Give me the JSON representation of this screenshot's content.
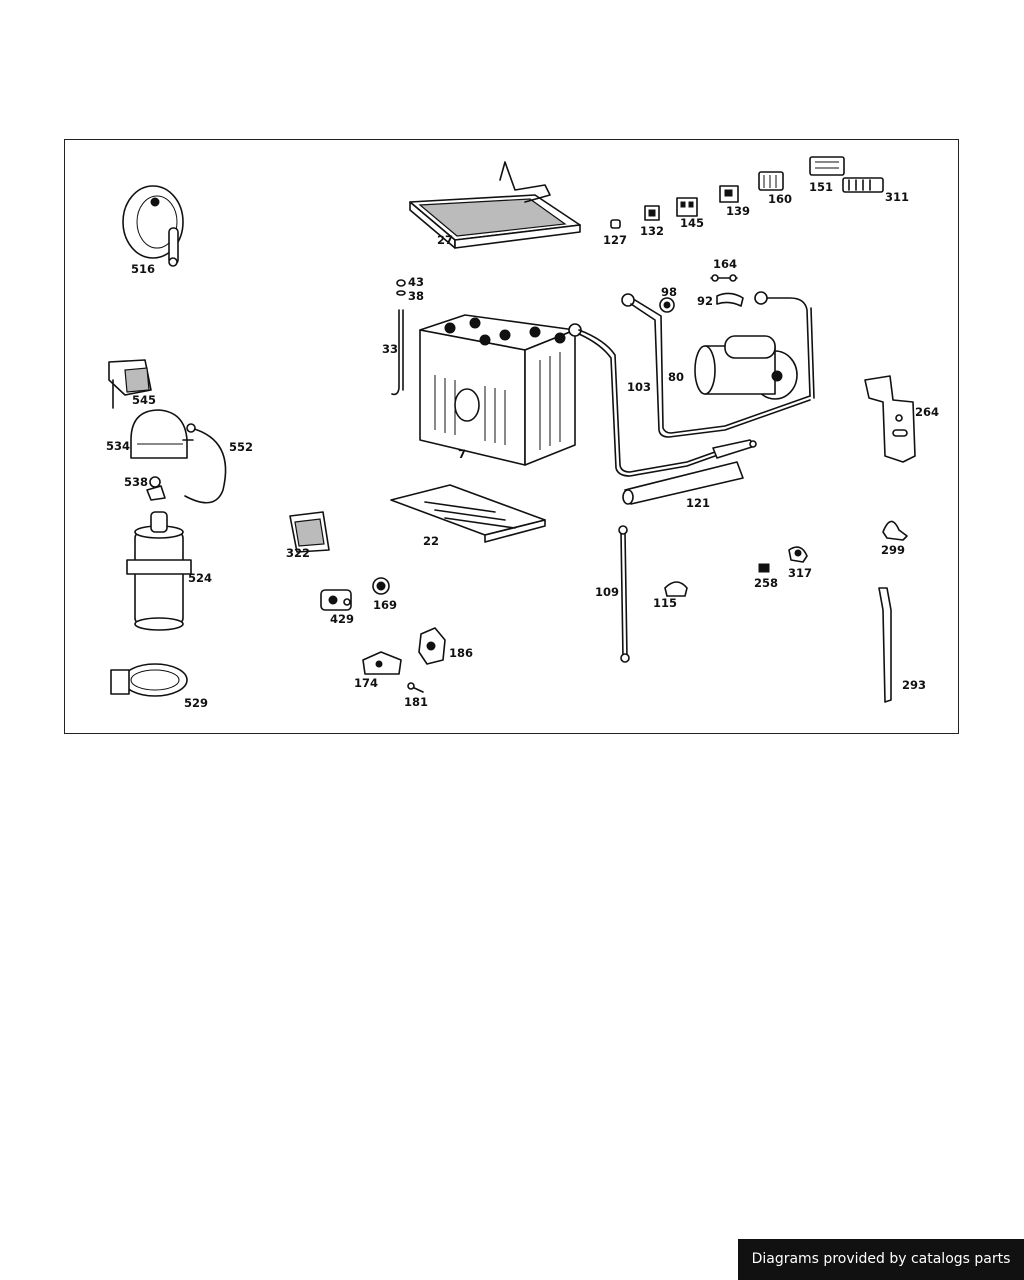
{
  "diagram": {
    "part_labels": {
      "p516": "516",
      "p27": "27",
      "p127": "127",
      "p132": "132",
      "p145": "145",
      "p139": "139",
      "p160": "160",
      "p151": "151",
      "p311": "311",
      "p43": "43",
      "p38": "38",
      "p33": "33",
      "p7": "7",
      "p98": "98",
      "p164": "164",
      "p92": "92",
      "p103": "103",
      "p80": "80",
      "p121": "121",
      "p264": "264",
      "p545": "545",
      "p534": "534",
      "p552": "552",
      "p538": "538",
      "p524": "524",
      "p322": "322",
      "p22": "22",
      "p429": "429",
      "p169": "169",
      "p109": "109",
      "p115": "115",
      "p258": "258",
      "p317": "317",
      "p299": "299",
      "p174": "174",
      "p186": "186",
      "p181": "181",
      "p529": "529",
      "p293": "293"
    }
  },
  "footer": {
    "credit": "Diagrams provided by catalogs parts"
  }
}
